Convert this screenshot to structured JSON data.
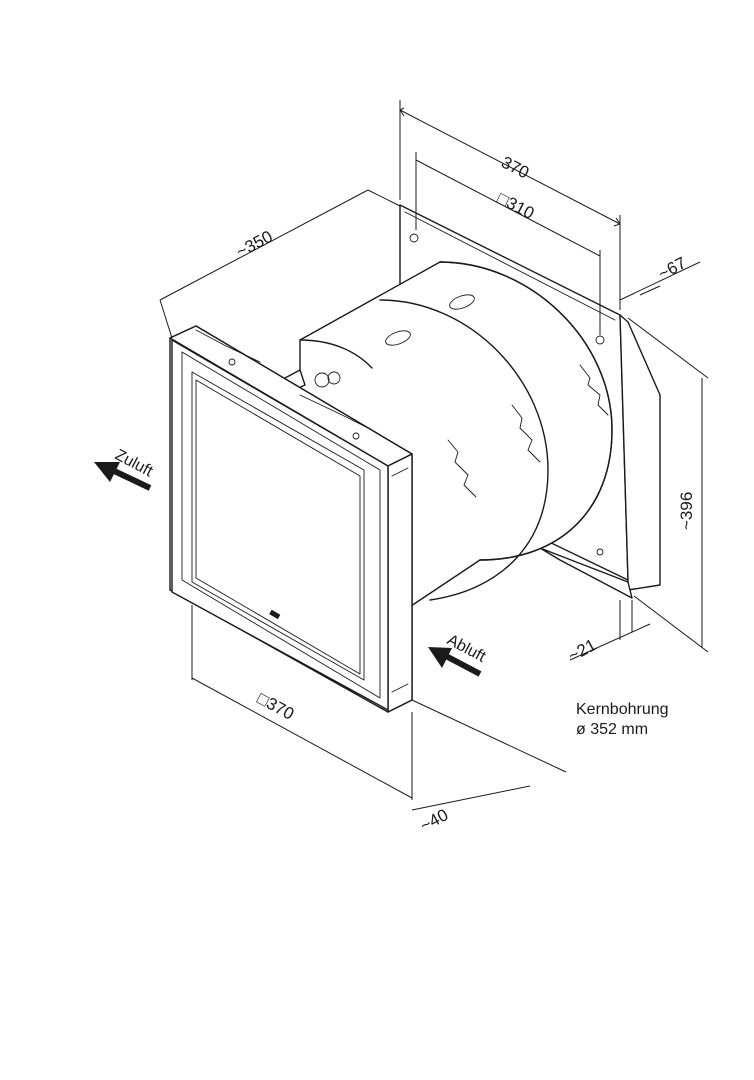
{
  "dimensions": {
    "width_top": "370",
    "plate_square": "□310",
    "depth": "~350",
    "side_depth": "~67",
    "height": "~396",
    "bottom_offset": "~21",
    "front_square": "□370",
    "front_depth": "~40"
  },
  "airflow": {
    "supply": "Zuluft",
    "exhaust": "Abluft"
  },
  "note": {
    "line1": "Kernbohrung",
    "line2": "ø 352 mm"
  }
}
